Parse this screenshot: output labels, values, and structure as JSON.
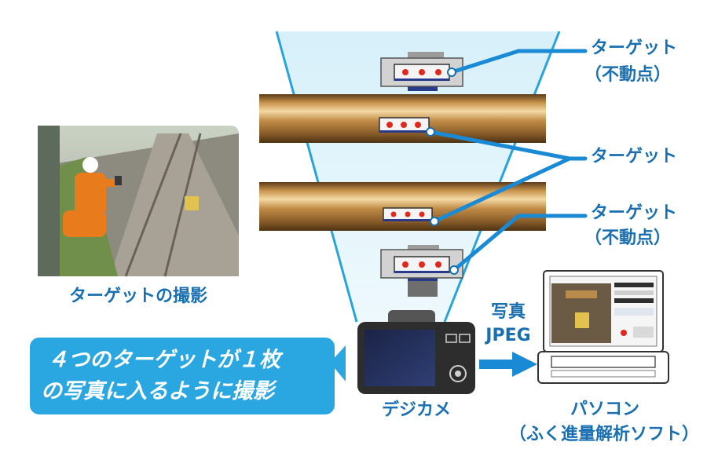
{
  "labels": {
    "target_fixed_1_line1": "ターゲット",
    "target_fixed_1_line2": "（不動点）",
    "target_rail": "ターゲット",
    "target_fixed_2_line1": "ターゲット",
    "target_fixed_2_line2": "（不動点）",
    "photo_caption": "ターゲットの撮影",
    "camera_label": "デジカメ",
    "transfer_line1": "写真",
    "transfer_line2": "JPEG",
    "pc_label": "パソコン",
    "pc_sublabel": "（ふく進量解析ソフト）"
  },
  "callout": {
    "line1": "４つのターゲットが１枚",
    "line2": "の写真に入るように撮影"
  },
  "colors": {
    "label_blue": "#1a6fb0",
    "line_blue": "#1a8ad4",
    "callout_blue": "#2aa7e0",
    "beam_light": "#dcf2fb",
    "target_dot": "#e0281e",
    "rail_brown": "#7a5326"
  }
}
